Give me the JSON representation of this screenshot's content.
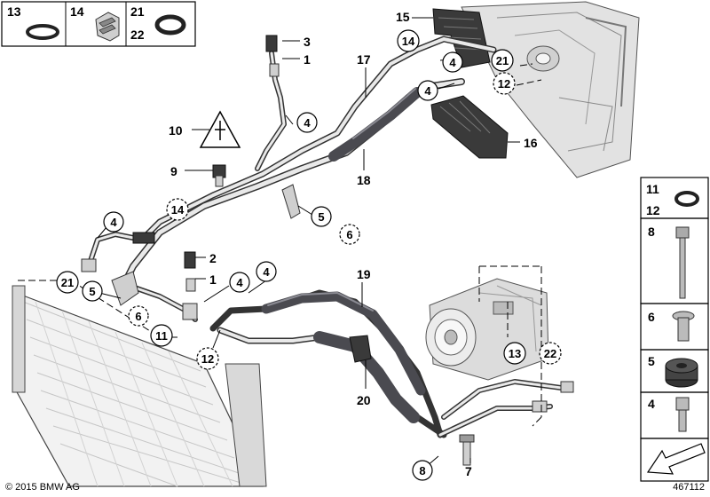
{
  "diagram": {
    "labels": {
      "l1a": "1",
      "l1b": "1",
      "l2": "2",
      "l3": "3",
      "l4a": "4",
      "l4b": "4",
      "l4c": "4",
      "l4d": "4",
      "l4e": "4",
      "l4f": "4",
      "l5a": "5",
      "l5b": "5",
      "l6a": "6",
      "l6b": "6",
      "l7": "7",
      "l8": "8",
      "l9": "9",
      "l10": "10",
      "l11": "11",
      "l12a": "12",
      "l12b": "12",
      "l13": "13",
      "l14a": "14",
      "l14b": "14",
      "l15": "15",
      "l16": "16",
      "l17": "17",
      "l18": "18",
      "l19": "19",
      "l20": "20",
      "l21a": "21",
      "l21b": "21",
      "l22": "22"
    },
    "legend_top": {
      "c1": "13",
      "c2": "14",
      "c3a": "21",
      "c3b": "22"
    },
    "legend_right": {
      "r1a": "11",
      "r1b": "12",
      "r2": "8",
      "r3": "6",
      "r4": "5",
      "r5": "4"
    },
    "footer": {
      "copyright": "© 2015 BMW AG",
      "diagram_number": "467112"
    }
  }
}
